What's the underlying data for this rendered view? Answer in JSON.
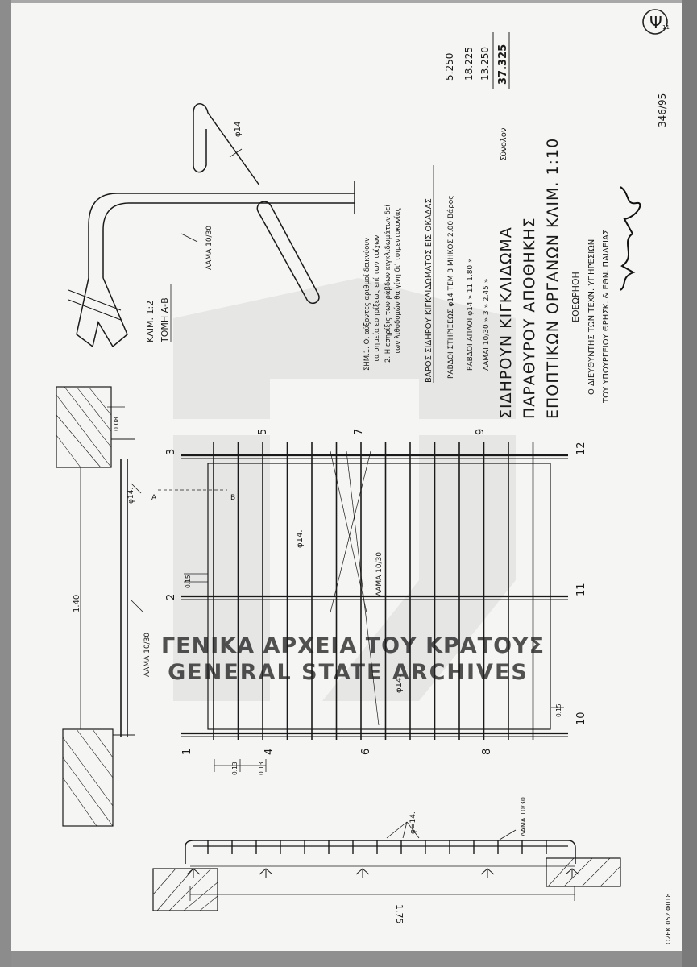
{
  "sheet": {
    "page_mark": "Ψ",
    "page_mark_sub": "11",
    "archive_ref": "346/95",
    "code_bottom": "Ο2ΕΚ 052 Φ018"
  },
  "title_block": {
    "line1": "ΣΙΔΗΡΟΥΝ ΚΙΓΚΛΙΔΩΜΑ",
    "line2": "ΠΑΡΑΘΥΡΟΥ ΑΠΟΘΗΚΗΣ",
    "line3": "ΕΠΟΠΤΙΚΩΝ ΟΡΓΑΝΩΝ ΚΛΙΜ. 1:10",
    "approved": "ΕΘΕΩΡΗΘΗ",
    "approver_1": "Ο ΔΙΕΥΘΥΝΤΗΣ ΤΩΝ ΤΕΧΝ. ΥΠΗΡΕΣΙΩΝ",
    "approver_2": "ΤΟΥ ΥΠΟΥΡΓΕΙΟΥ ΘΡΗΣΚ. & ΕΘΝ. ΠΑΙΔΕΙΑΣ"
  },
  "notes": {
    "note1a": "ΣΗΜ.1. Οι αύξοντες αριθμοί δεικνύουν",
    "note1b": "τα σημεία εσηρίξεως επί των τοίχων.",
    "note2a": "2. Η εσηρίξις των ράβδων κιγκλιδωμάτων δεί",
    "note2b": "των λιθοδομών θα γίνη δι' τσιμεντοκονίας"
  },
  "weight_table": {
    "heading": "ΒΑΡΟΣ ΣΙΔΗΡΟΥ ΚΙΓΚΛΙΔΩΜΑΤΟΣ ΕΙΣ ΟΚΑΔΑΣ",
    "row1_text": "ΡΑΒΔΟΙ ΣΤΗΡΙΞΕΩΣ φ14  ΤΕΜ  3  ΜΗΚΟΣ 2.00  Βάρος",
    "row1_value": "5.250",
    "row2_text": "ΡΑΒΔΟΙ ΑΠΛΟΙ  φ14  »  11  1.80  »",
    "row2_value": "18.225",
    "row3_text": "ΛΑΜΑΙ  10/30  »  3  »  2.45  »",
    "row3_value": "13.250",
    "total_label": "Σύνολον",
    "total_value": "37.325"
  },
  "section_view": {
    "scale": "ΚΛΙΜ. 1:2",
    "title": "ΤΟΜΗ Α-Β",
    "rod_label": "φ14",
    "flat_label": "ΛΑΜΑ 10/30"
  },
  "plan_view": {
    "rod_label_1": "φ14.",
    "rod_label_2": "φ14.",
    "flat_label": "ΛΑΜΑ 10/30",
    "cut_a": "A",
    "cut_b": "B",
    "dim_spacing": "0.13",
    "dim_edge": "0.15",
    "numbers": [
      "1",
      "2",
      "3",
      "4",
      "5",
      "6",
      "7",
      "8",
      "9",
      "10",
      "11",
      "12"
    ]
  },
  "side_view": {
    "rod_label": "φ14.",
    "flat_label": "ΛΑΜΑ 10/30",
    "dim_height": "1.40",
    "dim_wall": "0.08"
  },
  "bottom_view": {
    "rod_label": "φ=14.",
    "flat_label": "ΛΑΜΑ 10/30",
    "dim_width": "1.75"
  },
  "watermark": {
    "line1": "ΓΕΝΙΚΑ ΑΡΧΕΙΑ ΤΟΥ ΚΡΑΤΟΥΣ",
    "line2": "GENERAL STATE ARCHIVES"
  }
}
